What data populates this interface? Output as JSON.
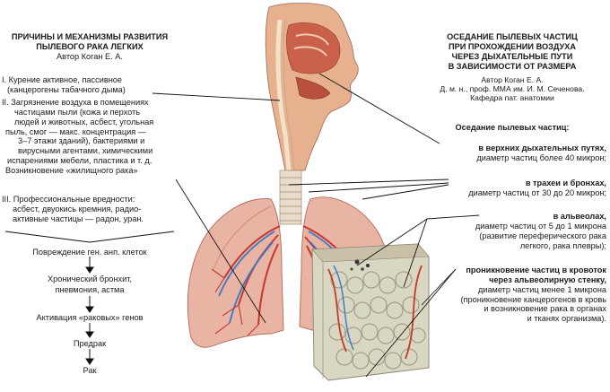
{
  "left_panel": {
    "title_lines": [
      "ПРИЧИНЫ И МЕХАНИЗМЫ РАЗВИТИЯ",
      "ПЫЛЕВОГО РАКА ЛЕГКИХ"
    ],
    "author": "Автор Коган Е. А.",
    "causes": [
      {
        "lines": [
          "I. Курение активное, пассивное",
          "(канцерогены табачного дыма)"
        ]
      },
      {
        "lines": [
          "II. Загрязнение воздуха в помещениях",
          "частицами пыли (кожа и перхоть",
          "людей и животных, асбест, угольная",
          "пыль, смог — макс. концентрация —",
          "3–7 этажи зданий), бактериями и",
          "вирусными агентами, химическими",
          "испарениями мебели, пластика и т. д.",
          "Возникновение «жилищного рака»"
        ]
      },
      {
        "lines": [
          "III. Профессиональные вредности:",
          "асбест, двуокись кремния, радио-",
          "активные частицы — радон, уран."
        ]
      }
    ],
    "flow": [
      "Повреждение ген. анп. клеток",
      "Хронический бронхит,",
      "пневмония, астма",
      "Активация «раковых» генов",
      "Предрак",
      "Рак"
    ]
  },
  "right_panel": {
    "title_lines": [
      "ОСЕДАНИЕ ПЫЛЕВЫХ ЧАСТИЦ",
      "ПРИ ПРОХОЖДЕНИИ ВОЗДУХА",
      "ЧЕРЕЗ ДЫХАТЕЛЬНЫЕ ПУТИ",
      "В ЗАВИСИМОСТИ ОТ РАЗМЕРА"
    ],
    "author_lines": [
      "Автор Коган Е. А.",
      "Д. м. н., проф. ММА им. И. М. Сеченова.",
      "Кафедра пат. анатомии"
    ],
    "heading": "Оседание пылевых частиц:",
    "zones": [
      {
        "title": "в верхних дыхательных путях,",
        "lines": [
          "диаметр частиц более 40 микрон;"
        ]
      },
      {
        "title": "в трахеи и бронхах,",
        "lines": [
          "диаметр частиц от 30 до 20 микрон;"
        ]
      },
      {
        "title": "в альвеолах,",
        "lines": [
          "диаметр частиц от 5 до 1 микрона",
          "(развитие переферического рака",
          "легкого, рака плевры);"
        ]
      },
      {
        "title_lines": [
          "проникновение частиц в кровоток",
          "через альвеолирную стенку,"
        ],
        "lines": [
          "диаметр частиц менее 1 микрона",
          "(проникновение канцерогенов в кровь",
          "и возникновение рака в органах",
          "и тканях организма)."
        ]
      }
    ]
  },
  "colors": {
    "text": "#1a1a1a",
    "lung_pink": "#e9b4a4",
    "lung_shadow": "#cf8a7a",
    "artery_red": "#c43a2a",
    "vein_blue": "#3a78c8",
    "cartilage": "#e8ddcc",
    "alveoli": "#d9d6c2",
    "face_skin": "#e7b18f",
    "arrow": "#111111"
  },
  "icons": [
    "flow-arrow-icon",
    "pointer-line-icon"
  ]
}
